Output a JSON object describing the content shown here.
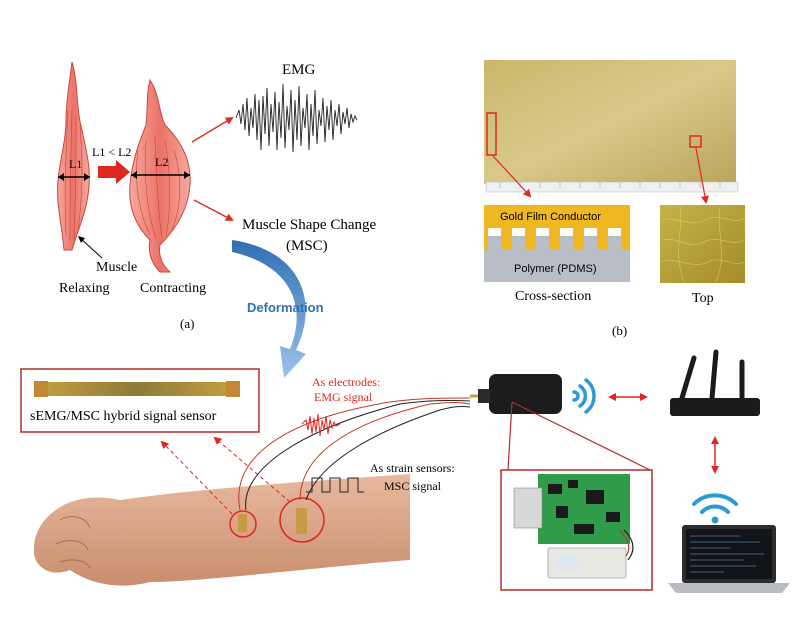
{
  "panel_a": {
    "emg_title": "EMG",
    "l1_label": "L1",
    "l2_label": "L2",
    "length_relation": "L1 < L2",
    "muscle_label": "Muscle",
    "relaxing_label": "Relaxing",
    "contracting_label": "Contracting",
    "msc_line1": "Muscle Shape Change",
    "msc_line2": "(MSC)",
    "panel_label": "(a)"
  },
  "panel_b": {
    "gold_label": "Gold Film Conductor",
    "polymer_label": "Polymer (PDMS)",
    "cross_section_label": "Cross-section",
    "top_label": "Top",
    "panel_label": "(b)"
  },
  "deformation_label": "Deformation",
  "sensor_label": "sEMG/MSC hybrid signal sensor",
  "electrodes_line1": "As electrodes:",
  "electrodes_line2": "EMG signal",
  "strain_line1": "As strain sensors:",
  "strain_line2": "MSC signal",
  "colors": {
    "accent_red": "#e0271f",
    "dark_red": "#b22b2b",
    "deformation_blue": "#2f6fb3",
    "wifi_blue": "#2a9ad6",
    "muscle_red": "#ec7267",
    "gold": "#d6a832",
    "pdms_gray": "#b9bdc6"
  }
}
